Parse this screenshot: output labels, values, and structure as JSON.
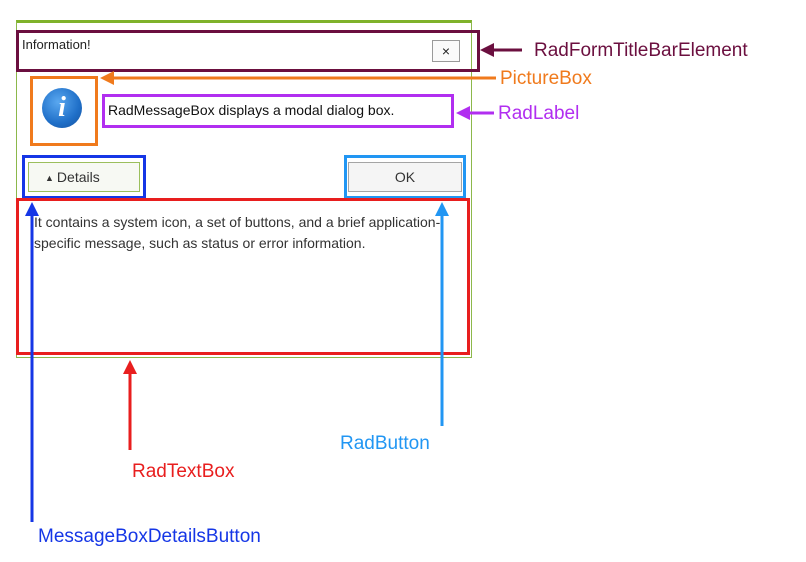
{
  "dialog": {
    "title": "Information!",
    "close_glyph": "×",
    "icon": "info-icon",
    "icon_glyph": "i",
    "message": "RadMessageBox displays a modal dialog box.",
    "details_button": {
      "arrow": "▲",
      "label": "Details"
    },
    "ok_button": "OK",
    "details_text": "It contains a system icon, a set of buttons, and a brief application-specific message, such as status or error information."
  },
  "callouts": {
    "title_bar": "RadFormTitleBarElement",
    "picture_box": "PictureBox",
    "label": "RadLabel",
    "button": "RadButton",
    "text_box": "RadTextBox",
    "details_button": "MessageBoxDetailsButton"
  },
  "colors": {
    "title_bar": "#6b0f3f",
    "picture_box": "#f07a1c",
    "label": "#b12ef0",
    "button": "#2196f3",
    "text_box": "#e81e1e",
    "details_button": "#1536e6",
    "window_border": "#7fb22a"
  }
}
